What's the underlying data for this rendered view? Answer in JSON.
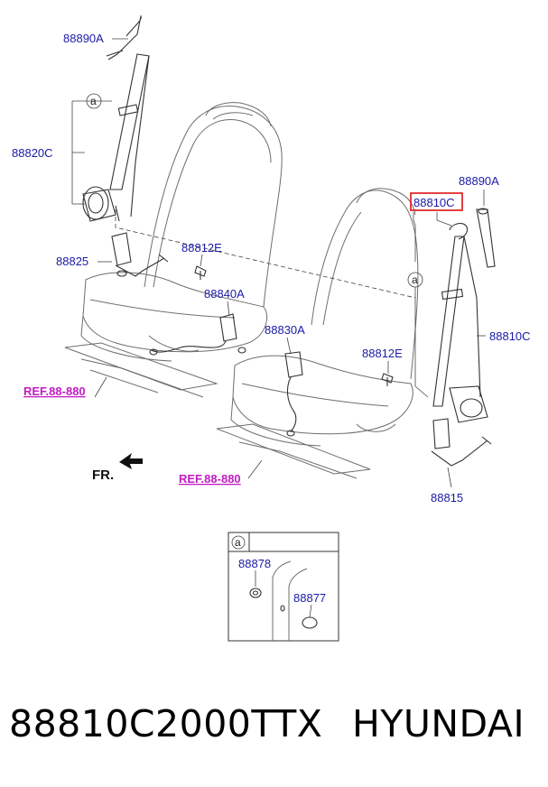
{
  "callouts": {
    "p_88890a_left": "88890A",
    "p_88820c": "88820C",
    "p_88825": "88825",
    "p_88812e_left": "88812E",
    "p_88840a": "88840A",
    "p_88830a": "88830A",
    "p_88810c_boxed": "88810C",
    "p_88890a_right": "88890A",
    "p_88810c_right": "88810C",
    "p_88812e_right": "88812E",
    "p_88815": "88815",
    "p_88878": "88878",
    "p_88877": "88877"
  },
  "references": {
    "ref_left": "REF.88-880",
    "ref_right": "REF.88-880"
  },
  "direction_label": "FR.",
  "detail_marker": "a",
  "caption": {
    "part_number": "88810C2000TTX",
    "brand": "HYUNDAI"
  },
  "colors": {
    "callout_text": "#1a1aa6",
    "reference_text": "#c21cc4",
    "highlight_box": "#e01010"
  }
}
